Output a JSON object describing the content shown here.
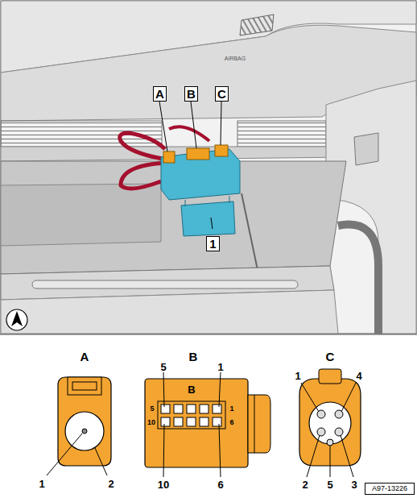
{
  "diagram": {
    "nodes": [
      {
        "text": [
          "A"
        ]
      },
      {
        "text": [
          "B"
        ]
      },
      {
        "text": [
          "C"
        ]
      },
      {
        "text": [
          "1"
        ]
      },
      {
        "text": [
          "A97-13226"
        ]
      }
    ],
    "labels": [
      "AIRBAG",
      "A",
      "1",
      "2",
      "B",
      "5",
      "1",
      "B",
      "5",
      "1",
      "10",
      "6",
      "10",
      "6",
      "C",
      "1",
      "4",
      "2",
      "5",
      "3"
    ]
  }
}
